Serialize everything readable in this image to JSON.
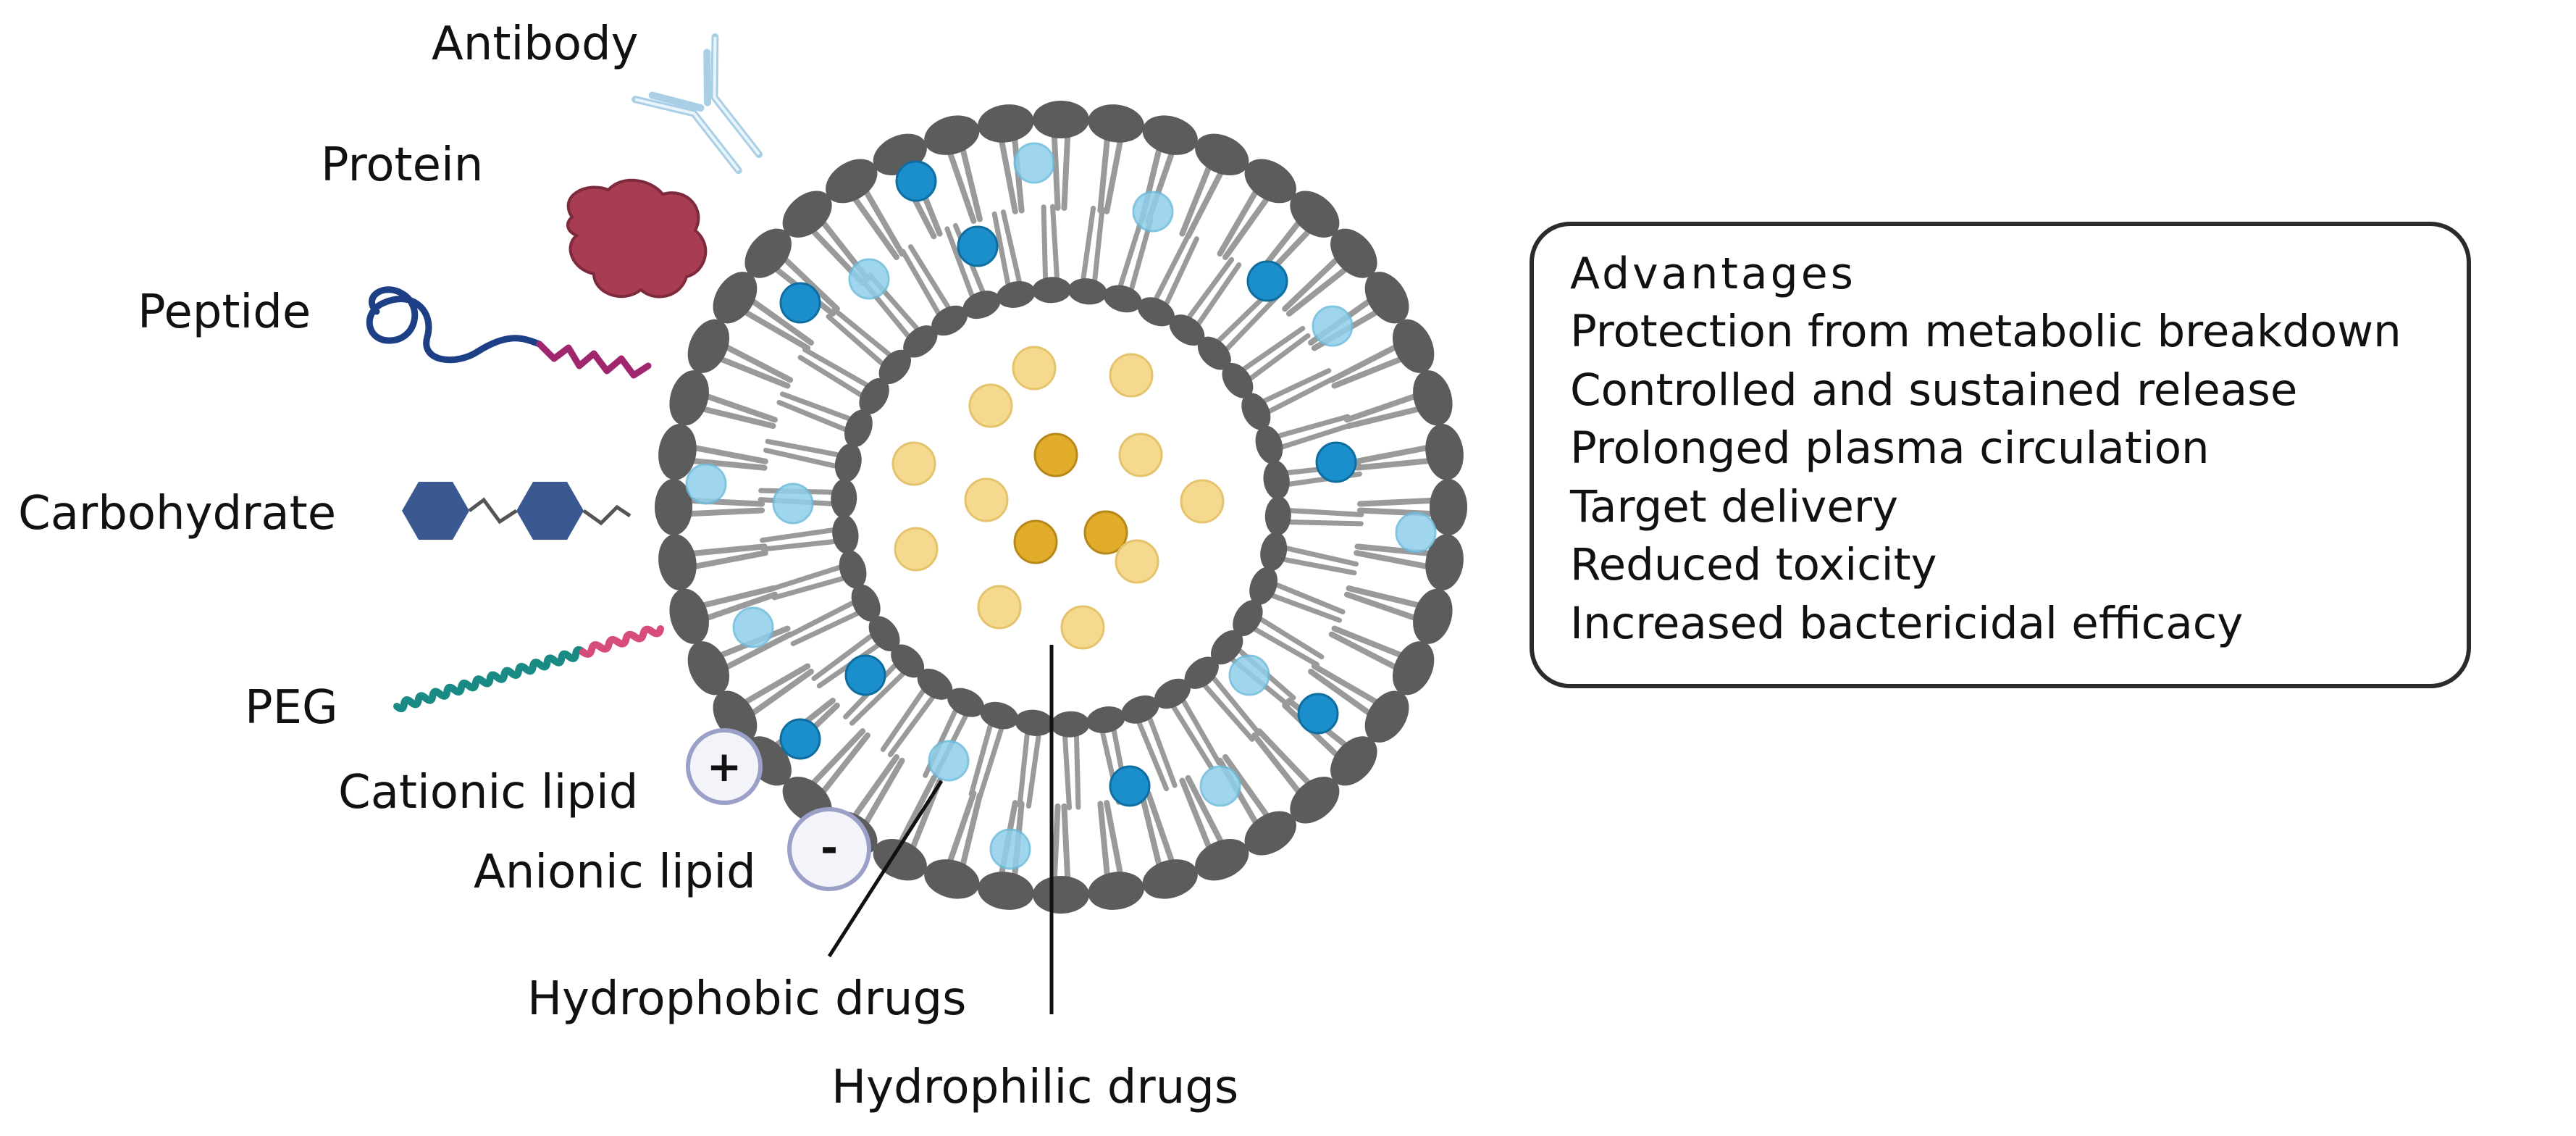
{
  "labels": {
    "antibody": "Antibody",
    "protein": "Protein",
    "peptide": "Peptide",
    "carbohydrate": "Carbohydrate",
    "peg": "PEG",
    "cationic_lipid": "Cationic lipid",
    "anionic_lipid": "Anionic lipid",
    "hydrophobic_drugs": "Hydrophobic drugs",
    "hydrophilic_drugs": "Hydrophilic drugs"
  },
  "signs": {
    "cationic": "+",
    "anionic": "-"
  },
  "advantages": {
    "title": "Advantages",
    "items": [
      "Protection from metabolic breakdown",
      "Controlled and sustained release",
      "Prolonged plasma circulation",
      "Target delivery",
      "Reduced toxicity",
      "Increased bactericidal efficacy"
    ]
  },
  "colors": {
    "lipid_head": "#5c5c5c",
    "lipid_tail": "#9a9a9a",
    "hydrophobic_drug_dark": "#1a8fcc",
    "hydrophobic_drug_light": "#8fd0ea",
    "hydrophilic_drug_dark": "#e0ac2a",
    "hydrophilic_drug_light": "#f5d98e",
    "protein": "#a83c52",
    "peptide_blue": "#1d3f86",
    "peptide_magenta": "#a0266e",
    "carbohydrate": "#3b5991",
    "peg_teal": "#1a8a85",
    "peg_pink": "#d64d7c",
    "antibody": "#bcd9ea"
  },
  "icons": {
    "antibody": "antibody-icon",
    "protein": "protein-icon",
    "peptide": "peptide-icon",
    "carbohydrate": "carbohydrate-icon",
    "peg": "peg-icon",
    "cationic": "plus-icon",
    "anionic": "minus-icon"
  }
}
